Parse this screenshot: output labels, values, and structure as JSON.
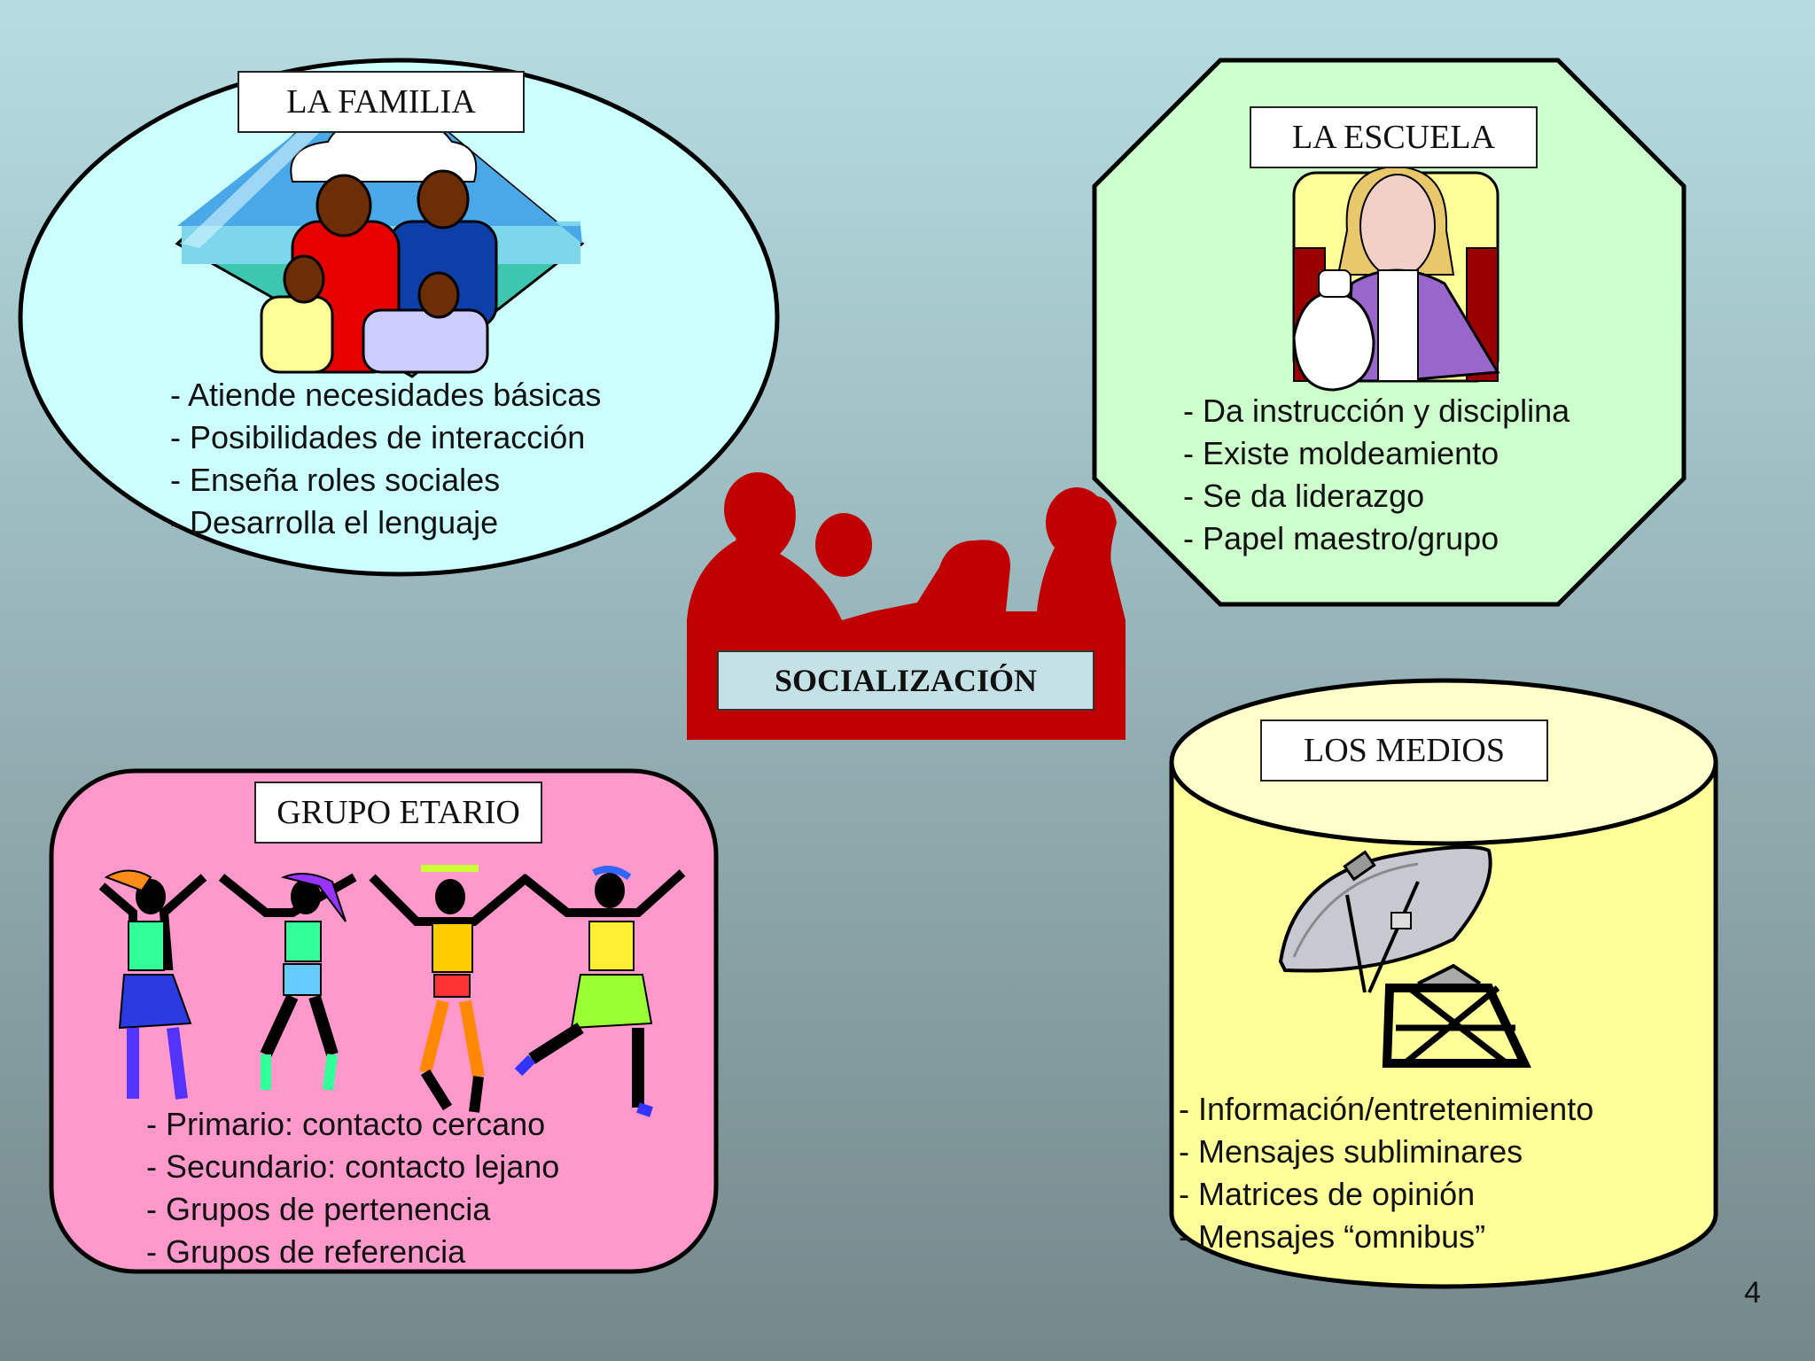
{
  "center": {
    "label": "SOCIALIZACIÓN"
  },
  "nodes": {
    "familia": {
      "title": "LA FAMILIA",
      "items": [
        "- Atiende necesidades básicas",
        "- Posibilidades de interacción",
        "- Enseña roles sociales",
        "- Desarrolla el lenguaje"
      ]
    },
    "escuela": {
      "title": "LA ESCUELA",
      "items": [
        "- Da instrucción y disciplina",
        "- Existe moldeamiento",
        "- Se da liderazgo",
        "- Papel  maestro/grupo"
      ]
    },
    "grupo": {
      "title": "GRUPO ETARIO",
      "items": [
        "- Primario: contacto cercano",
        "- Secundario: contacto lejano",
        "- Grupos de pertenencia",
        "- Grupos de referencia"
      ]
    },
    "medios": {
      "title": "LOS MEDIOS",
      "items": [
        "- Información/entretenimiento",
        "- Mensajes subliminares",
        "- Matrices de opinión",
        "- Mensajes “omnibus”"
      ]
    }
  },
  "page_number": "4",
  "colors": {
    "familia_fill": "#ccffff",
    "escuela_fill": "#ccffcc",
    "grupo_fill": "#ff99cc",
    "medios_fill": "#ffff99",
    "center_red": "#c00000",
    "center_label_bg": "#c4e2e6"
  },
  "icons": [
    "family-clipart-icon",
    "teacher-clipart-icon",
    "meeting-silhouette-icon",
    "dancers-clipart-icon",
    "satellite-dish-icon"
  ]
}
